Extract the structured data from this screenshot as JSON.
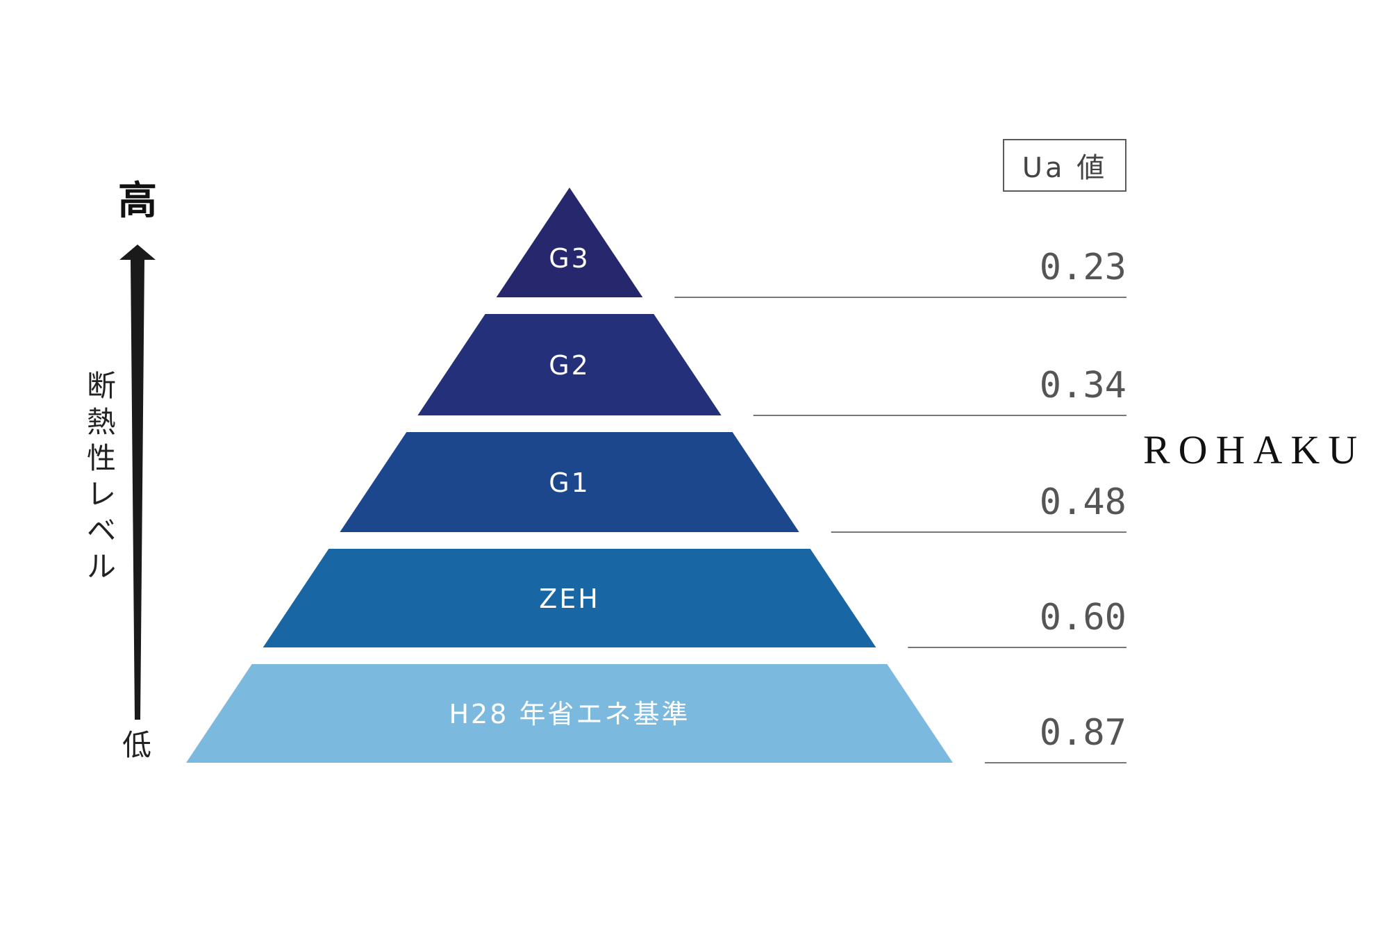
{
  "header": {
    "ua_label": "Ua 値"
  },
  "brand": {
    "name": "ROHAKU"
  },
  "axis": {
    "high_label": "高",
    "low_label": "低",
    "title": "断熱性レベル"
  },
  "tiers": [
    {
      "label": "G3",
      "ua": "0.23",
      "color": "#27276e"
    },
    {
      "label": "G2",
      "ua": "0.34",
      "color": "#24317a"
    },
    {
      "label": "G1",
      "ua": "0.48",
      "color": "#1c478c"
    },
    {
      "label": "ZEH",
      "ua": "0.60",
      "color": "#1866a4"
    },
    {
      "label": "H28 年省エネ基準",
      "ua": "0.87",
      "color": "#7cb9de"
    }
  ]
}
